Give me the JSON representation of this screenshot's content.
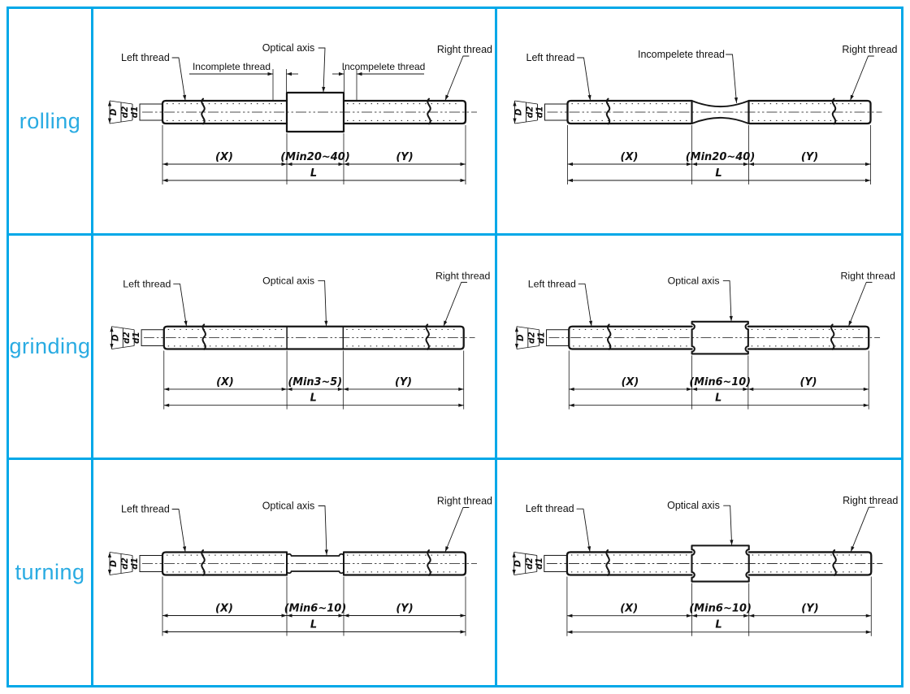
{
  "colors": {
    "grid_border": "#00a8e8",
    "row_label": "#29abe2",
    "drawing_ink": "#151515"
  },
  "table": {
    "rows": [
      {
        "label": "rolling",
        "cells": [
          {
            "feature": "block",
            "labels": {
              "left_thread": "Left thread",
              "right_thread": "Right thread",
              "center": "Optical axis",
              "incomplete_left": "Incomplete thread",
              "incomplete_right": "Incompelete thread"
            },
            "dims": {
              "x": "(X)",
              "mid": "(Min20~40)",
              "y": "(Y)",
              "l": "L"
            },
            "diameters": [
              "D",
              "d2",
              "d1"
            ]
          },
          {
            "feature": "waist",
            "labels": {
              "left_thread": "Left thread",
              "right_thread": "Right thread",
              "center": "Incompelete thread"
            },
            "dims": {
              "x": "(X)",
              "mid": "(Min20~40)",
              "y": "(Y)",
              "l": "L"
            },
            "diameters": [
              "D",
              "d2",
              "d1"
            ]
          }
        ]
      },
      {
        "label": "grinding",
        "cells": [
          {
            "feature": "flush",
            "labels": {
              "left_thread": "Left thread",
              "right_thread": "Right thread",
              "center": "Optical axis"
            },
            "dims": {
              "x": "(X)",
              "mid": "(Min3~5)",
              "y": "(Y)",
              "l": "L"
            },
            "diameters": [
              "D",
              "d2",
              "d1"
            ]
          },
          {
            "feature": "block-sm",
            "labels": {
              "left_thread": "Left thread",
              "right_thread": "Right thread",
              "center": "Optical axis"
            },
            "dims": {
              "x": "(X)",
              "mid": "(Min6~10)",
              "y": "(Y)",
              "l": "L"
            },
            "diameters": [
              "D",
              "d2",
              "d1"
            ]
          }
        ]
      },
      {
        "label": "turning",
        "cells": [
          {
            "feature": "recess",
            "labels": {
              "left_thread": "Left thread",
              "right_thread": "Right thread",
              "center": "Optical axis"
            },
            "dims": {
              "x": "(X)",
              "mid": "(Min6~10)",
              "y": "(Y)",
              "l": "L"
            },
            "diameters": [
              "D",
              "d2",
              "d1"
            ]
          },
          {
            "feature": "block-md",
            "labels": {
              "left_thread": "Left thread",
              "right_thread": "Right thread",
              "center": "Optical axis"
            },
            "dims": {
              "x": "(X)",
              "mid": "(Min6~10)",
              "y": "(Y)",
              "l": "L"
            },
            "diameters": [
              "D",
              "d2",
              "d1"
            ]
          }
        ]
      }
    ]
  }
}
